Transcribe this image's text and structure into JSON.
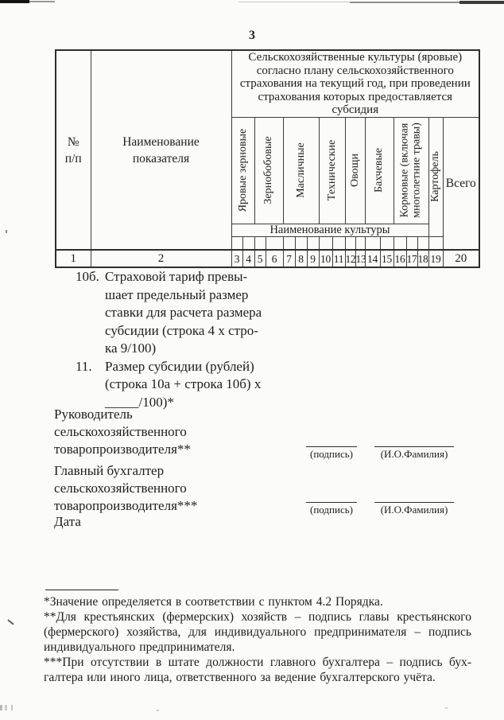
{
  "page_number": "3",
  "table": {
    "col_no_header": "№\nп/п",
    "col_indicator_header": "Наименование\nпоказателя",
    "group_header": "Сельскохозяйственные культуры (яровые)\nсогласно плану сельскохозяйственного\nстрахования на текущий год, при проведении\nстрахования которых предоставляется\nсубсидия",
    "culture_columns": [
      {
        "label": "Яровые зерновые"
      },
      {
        "label": "Зернобобовые"
      },
      {
        "label": "Масличные"
      },
      {
        "label": "Технические"
      },
      {
        "label": "Овощи"
      },
      {
        "label": "Бахчевые"
      },
      {
        "label": "Кормовые (включая\nмноголетние травы)"
      },
      {
        "label": "Картофель"
      }
    ],
    "total_header": "Всего",
    "culture_name_header": "Наименование культуры",
    "column_numbers": [
      "1",
      "2",
      "3",
      "4",
      "5",
      "6",
      "7",
      "8",
      "9",
      "10",
      "11",
      "12",
      "13",
      "14",
      "15",
      "16",
      "17",
      "18",
      "19",
      "20"
    ]
  },
  "body_rows": [
    {
      "num": "10б.",
      "text": "Страховой тариф превы-\nшает предельный размер\nставки для расчета размера\nсубсидии (строка 4 х стро-\nка 9/100)"
    },
    {
      "num": "11.",
      "text": "Размер субсидии (рублей)\n(строка 10а + строка 10б) х\n_____/100)*"
    }
  ],
  "signatures": {
    "head_title": "Руководитель\nсельскохозяйственного\nтоваропроизводителя**",
    "accountant_title": "Главный бухгалтер\nсельскохозяйственного\nтоваропроизводителя***",
    "sign_caption": "(подпись)",
    "name_caption": "(И.О.Фамилия)",
    "date_label": "Дата"
  },
  "footnotes": {
    "note1": "*Значение определяется в соответствии с пунктом 4.2 Порядка.",
    "note2": "**Для крестьянских (фермерских) хозяйств – подпись главы крестьянского (фермерского) хозяйства, для индивидуального предпринимателя – подпись индивидуального предпринимателя.",
    "note3": "***При отсутствии в штате должности главного бухгалтера – подпись бух-галтера или иного лица, ответственного за ведение бухгалтерского учёта."
  }
}
